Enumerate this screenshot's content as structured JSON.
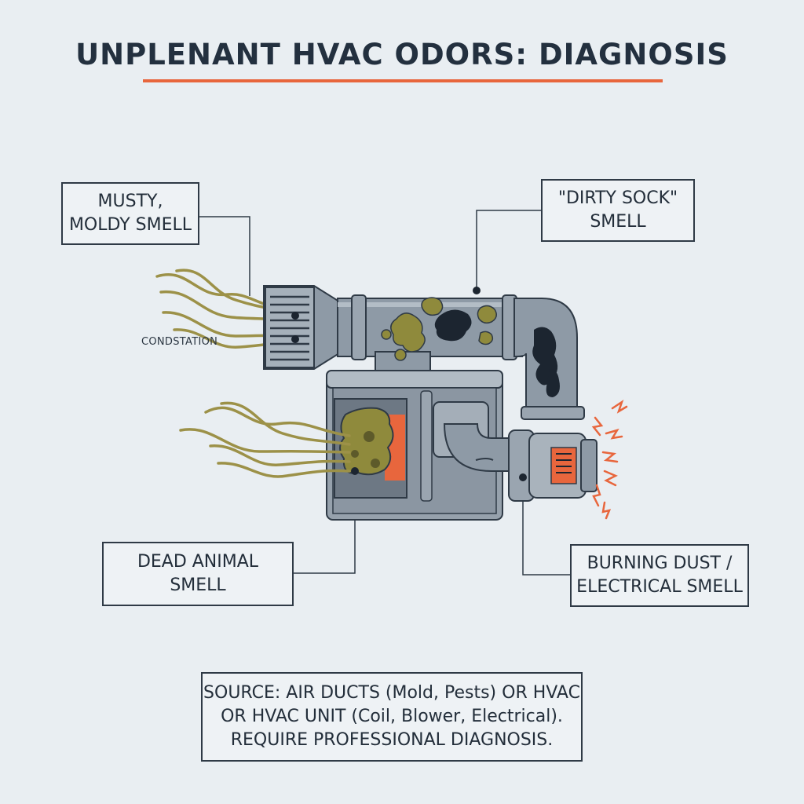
{
  "title": "UNPLENANT HVAC ODORS: DIAGNOSIS",
  "colors": {
    "accent": "#e8663d",
    "metal": "#8e9aa6",
    "metal_dark": "#5f6b77",
    "odor_lines": "#9c9148",
    "grime": "#8f8a3c",
    "soot": "#1c2530",
    "heat": "#e8663d"
  },
  "labels": {
    "musty": [
      "MUSTY,",
      "MOLDY SMELL"
    ],
    "sock": [
      "\"DIRTY SOCK\"",
      "SMELL"
    ],
    "dead": [
      "DEAD ANIMAL",
      "SMELL"
    ],
    "burn": [
      "BURNING DUST /",
      "ELECTRICAL SMELL"
    ],
    "condensation": "CONDSTATION"
  },
  "source_note": [
    "SOURCE: AIR DUCTS (Mold, Pests) OR HVAC",
    "OR HVAC UNIT (Coil, Blower, Electrical).",
    "REQUIRE PROFESSIONAL DIAGNOSIS."
  ]
}
